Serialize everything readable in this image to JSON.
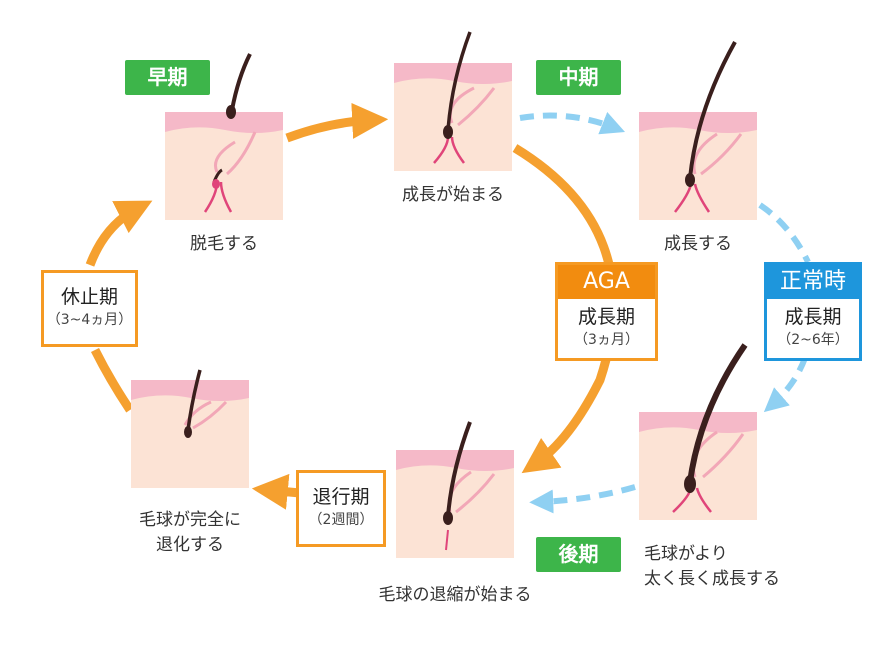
{
  "stages": {
    "early": {
      "tag": "早期",
      "caption": "脱毛する"
    },
    "start": {
      "caption": "成長が始まる"
    },
    "middle": {
      "tag": "中期",
      "caption": "成長する"
    },
    "late": {
      "tag": "後期",
      "caption_line1": "毛球がより",
      "caption_line2": "太く長く成長する"
    },
    "shrink": {
      "caption": "毛球の退縮が始まる"
    },
    "regress": {
      "caption_line1": "毛球が完全に",
      "caption_line2": "退化する"
    }
  },
  "phases": {
    "rest": {
      "title": "休止期",
      "duration": "（3~4ヵ月）"
    },
    "aga": {
      "header": "AGA",
      "title": "成長期",
      "duration": "（3ヵ月）"
    },
    "normal": {
      "header": "正常時",
      "title": "成長期",
      "duration": "（2~6年）"
    },
    "regression": {
      "title": "退行期",
      "duration": "（2週間）"
    }
  },
  "colors": {
    "orange_arrow": "#f5a02f",
    "blue_arrow": "#8fd0f2",
    "green_tag": "#3db54a",
    "skin": "#fce3d5",
    "skin_top": "#f5b9c8",
    "hair": "#3a1f1d"
  }
}
